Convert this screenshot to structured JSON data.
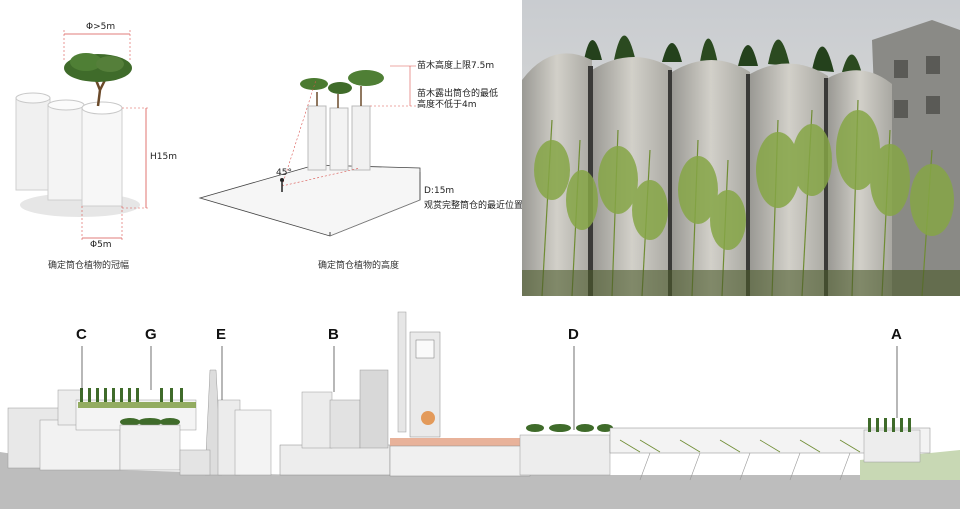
{
  "panel1": {
    "dim_diameter_top": "Φ>5m",
    "dim_height": "H15m",
    "dim_diameter_bottom": "Φ5m",
    "caption": "确定筒仓植物的冠幅"
  },
  "panel2": {
    "label_tree_height_max": "苗木高度上限7.5m",
    "label_tree_above_line1": "苗木露出筒仓的最低",
    "label_tree_above_line2": "高度不低于4m",
    "angle": "45°",
    "label_distance_line1": "D:15m",
    "label_distance_line2": "观赏完整筒仓的最近位置",
    "caption": "确定筒仓植物的高度"
  },
  "section": {
    "markers": [
      "C",
      "G",
      "E",
      "B",
      "D",
      "A"
    ]
  },
  "colors": {
    "silo": "#f2f2f2",
    "tree_canopy": "#3f6b2a",
    "dim_red": "#d9534f",
    "ground": "#bdbdbd",
    "bamboo": "#7a9a3c"
  }
}
